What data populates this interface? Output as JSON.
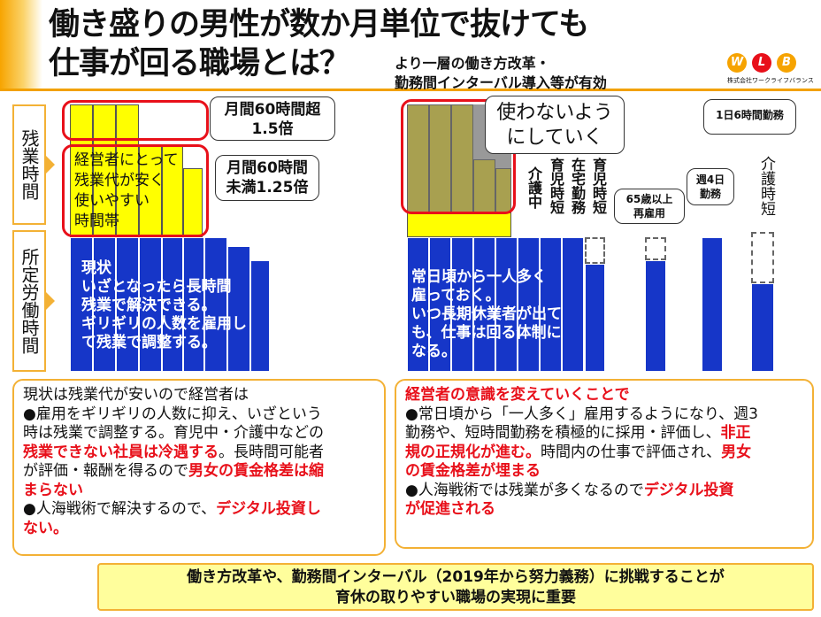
{
  "header": {
    "title_line1": "働き盛りの男性が数か月単位で抜けても",
    "title_line2": "仕事が回る職場とは？",
    "subtitle_line1": "より一層の働き方改革・",
    "subtitle_line2": "勤務間インターバル導入等が有効",
    "logo_letters": [
      "W",
      "L",
      "B"
    ],
    "logo_caption": "株式会社ワークライフバランス"
  },
  "left": {
    "label_overtime": "残業時間",
    "label_scheduled": "所定労働時間",
    "callout_over60": "月間60時間超\n1.5倍",
    "callout_under60": "月間60時間\n未満1.25倍",
    "yellow_text": "経営者にとって\n残業代が安く\n使いやすい\n時間帯",
    "blue_text": "現状\nいざとなったら長時間\n残業で解決できる。\nギリギリの人数を雇用し\nて残業で調整する。"
  },
  "right": {
    "callout_avoid": "使わないよう\nにしていく",
    "blue_text": "常日頃から一人多く\n雇っておく。\nいつ長期休業者が出て\nも、仕事は回る体制に\nなる。",
    "vlabels": [
      "介護中",
      "育児時短",
      "在宅勤務",
      "育児時短"
    ],
    "callout_65": "65歳以上\n再雇用",
    "callout_week4": "週4日\n勤務",
    "callout_6h": "1日6時間勤務",
    "vlabel_care_short": "介護時短"
  },
  "panel_left": {
    "l1": "現状は残業代が安いので経営者は",
    "l2": "●雇用をギリギリの人数に抑え、いざという",
    "l3": "時は残業で調整する。育児中・介護中などの",
    "l4a": "残業できない社員は冷遇する",
    "l4b": "。長時間可能者",
    "l5a": "が評価・報酬を得るので",
    "l5b": "男女の賃金格差は縮",
    "l6": "まらない",
    "l7a": "●人海戦術で解決するので、",
    "l7b": "デジタル投資し",
    "l8": "ない。"
  },
  "panel_right": {
    "l1": "経営者の意識を変えていくことで",
    "l2": "●常日頃から「一人多く」雇用するようになり、週3",
    "l3a": "勤務や、短時間勤務を積極的に採用・評価し、",
    "l3b": "非正",
    "l4a": "規の正規化が進む。",
    "l4b": "時間内の仕事で評価され、",
    "l4c": "男女",
    "l5": "の賃金格差が埋まる",
    "l6a": "●人海戦術では残業が多くなるので",
    "l6b": "デジタル投資",
    "l7": "が促進される"
  },
  "footer": {
    "line1": "働き方改革や、勤務間インターバル（2019年から努力義務）に挑戦することが",
    "line2": "育休の取りやすい職場の実現に重要"
  },
  "colors": {
    "accent": "#f3b135",
    "red": "#e8101a",
    "blue": "#1636c8",
    "yellow": "#ffff00",
    "olive": "#a8a050"
  }
}
